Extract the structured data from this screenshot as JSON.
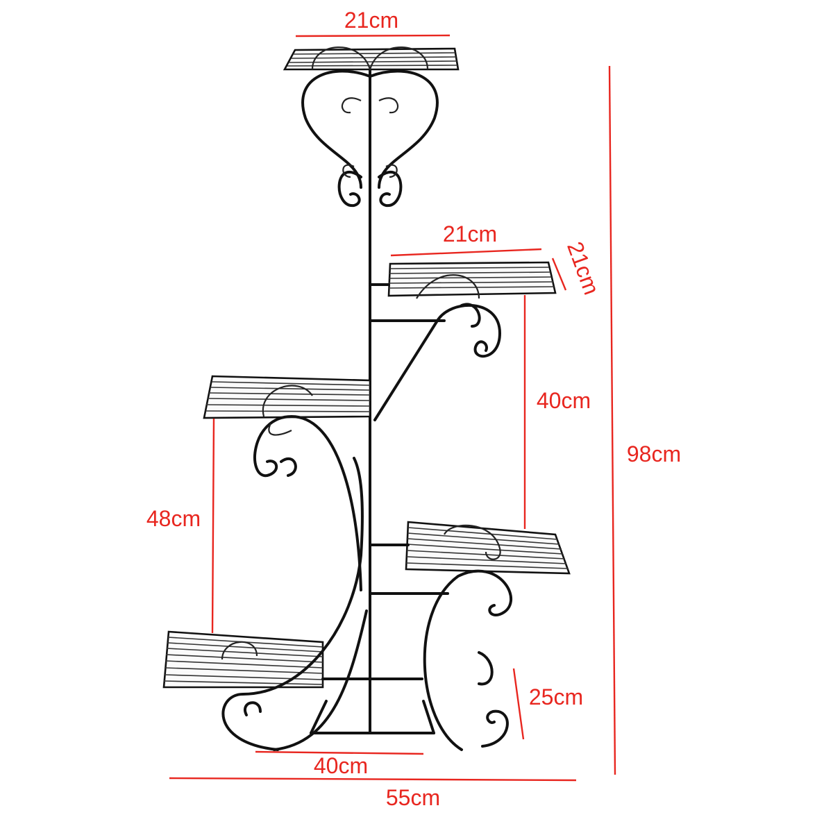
{
  "diagram": {
    "subject": "5-tier black wrought-iron plant stand with scroll decorations",
    "colors": {
      "dimension_line": "#e8261f",
      "dimension_text": "#e8261f",
      "metal": "#111111",
      "background": "#ffffff"
    },
    "dimensions": {
      "top_shelf_width": "21cm",
      "upper_right_shelf_width": "21cm",
      "upper_right_shelf_depth": "21cm",
      "upper_right_to_lower_right_gap": "40cm",
      "overall_height": "98cm",
      "left_middle_to_left_bottom_gap": "48cm",
      "bottom_shelf_height": "25cm",
      "base_width": "40cm",
      "overall_width": "55cm"
    }
  }
}
